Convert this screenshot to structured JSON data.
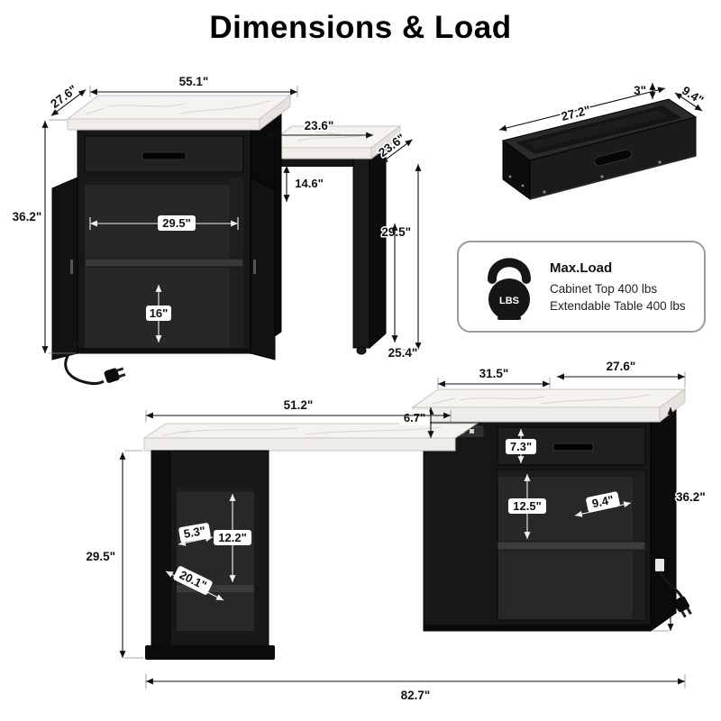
{
  "title": "Dimensions & Load",
  "view1": {
    "top_width": "55.1\"",
    "top_depth": "27.6\"",
    "height": "36.2\"",
    "shelf_width": "29.5\"",
    "lower_shelf_height": "16\"",
    "table_width": "23.6\"",
    "table_depth": "23.6\"",
    "drop_gap": "14.6\"",
    "table_height": "29.5\"",
    "bottom_clearance": "25.4\""
  },
  "drawer": {
    "height": "3\"",
    "width": "27.2\"",
    "depth": "9.4\""
  },
  "load": {
    "icon_text": "LBS",
    "heading": "Max.Load",
    "line1": "Cabinet Top 400 lbs",
    "line2": "Extendable Table 400 lbs"
  },
  "view2": {
    "top_left_width": "31.5\"",
    "top_right_width": "27.6\"",
    "step_height": "6.7\"",
    "drawer_height": "7.3\"",
    "table_length": "51.2\"",
    "shelf_height": "12.5\"",
    "shelf_depth": "9.4\"",
    "cabinet_height": "36.2\"",
    "table_height": "29.5\"",
    "side_shelf_width": "5.3\"",
    "side_shelf_height": "12.2\"",
    "side_shelf_depth": "20.1\"",
    "total_width": "82.7\""
  }
}
